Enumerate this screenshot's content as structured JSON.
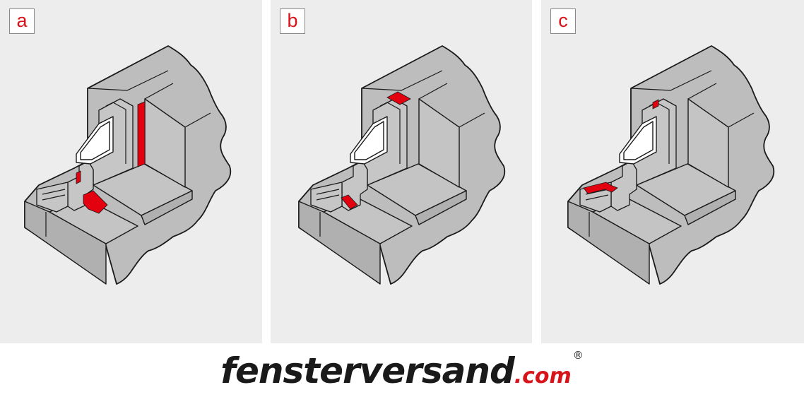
{
  "panels": [
    {
      "label": "a",
      "seal_position": "side jamb and sill"
    },
    {
      "label": "b",
      "seal_position": "lintel and sill"
    },
    {
      "label": "c",
      "seal_position": "lintel and inner sill"
    }
  ],
  "brand": {
    "main": "fensterversand",
    "tld": ".com",
    "registered": "®"
  },
  "colors": {
    "background": "#ededed",
    "wall": "#bdbdbd",
    "seal": "#e3000f",
    "brand_red": "#d7141a",
    "outline": "#1a1a1a"
  }
}
